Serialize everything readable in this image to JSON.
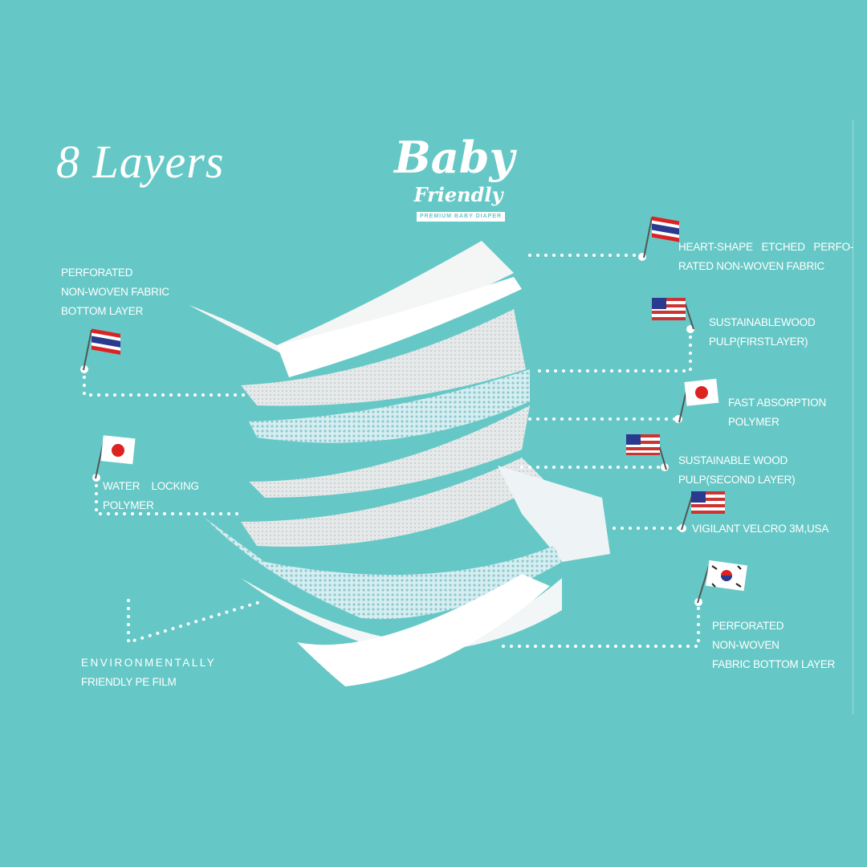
{
  "title": "8 Layers",
  "logo": {
    "line1": "Baby",
    "line2": "Friendly",
    "tagline": "PREMIUM BABY DIAPER"
  },
  "left_labels": [
    {
      "lines": [
        "PERFORATED",
        "NON-WOVEN FABRIC",
        "BOTTOM LAYER"
      ],
      "flag": "thailand-flag-icon"
    },
    {
      "lines": [
        "WATER    LOCKING",
        "POLYMER"
      ],
      "flag": "japan-flag-icon"
    },
    {
      "lines": [
        "ENVIRONMENTALLY",
        "FRIENDLY PE FILM"
      ]
    }
  ],
  "right_labels": [
    {
      "lines": [
        "HEART-SHAPE   ETCHED   PERFO-",
        "RATED NON-WOVEN FABRIC"
      ],
      "flag": "thailand-flag-icon"
    },
    {
      "lines": [
        "SUSTAINABLEWOOD",
        "PULP(FIRSTLAYER)"
      ],
      "flag": "usa-flag-icon"
    },
    {
      "lines": [
        "FAST ABSORPTION",
        "POLYMER"
      ],
      "flag": "japan-flag-icon"
    },
    {
      "lines": [
        "SUSTAINABLE WOOD",
        "PULP(SECOND LAYER)"
      ],
      "flag": "usa-flag-icon"
    },
    {
      "lines": [
        "VIGILANT VELCRO 3M,USA"
      ],
      "flag": "usa-flag-icon"
    },
    {
      "lines": [
        "PERFORATED",
        "NON-WOVEN",
        "FABRIC BOTTOM LAYER"
      ],
      "flag": "korea-flag-icon"
    }
  ],
  "colors": {
    "background": "#66c8c6",
    "leader": "#ffffff"
  }
}
